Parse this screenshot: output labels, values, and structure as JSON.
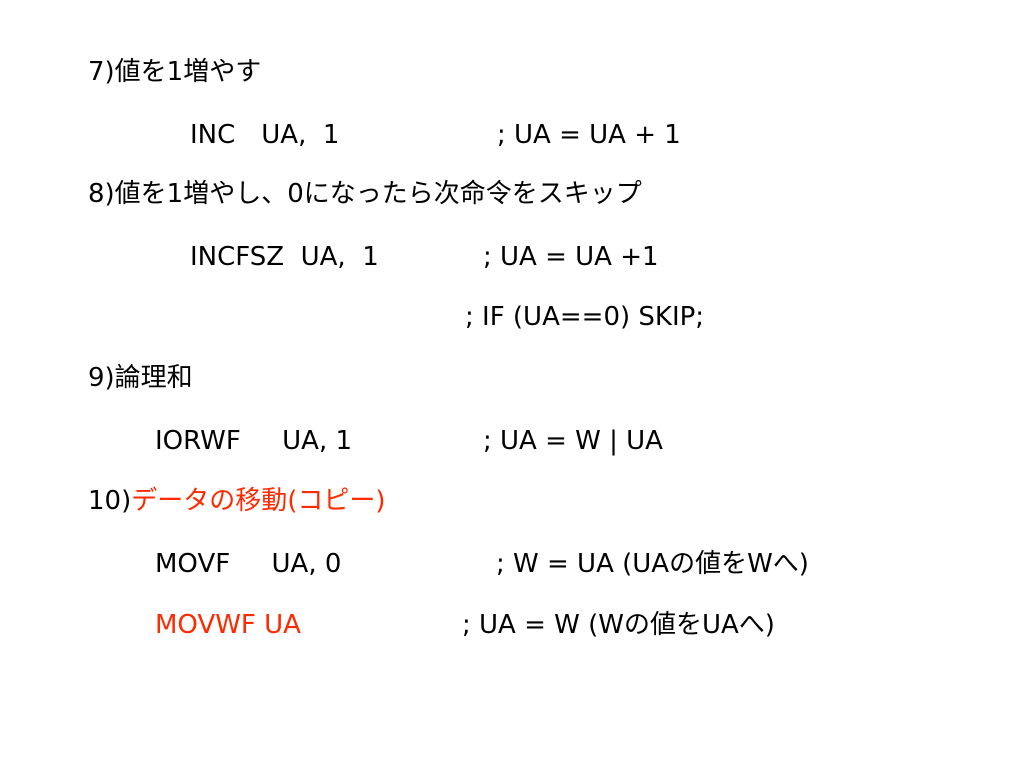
{
  "sections": {
    "s7": {
      "heading": "7)値を1増やす",
      "code": "INC　UA,  1",
      "comment": "; UA = UA + 1"
    },
    "s8": {
      "heading": "8)値を1増やし、0になったら次命令をスキップ",
      "code": "INCFSZ  UA,  1",
      "comment1": "; UA = UA +1",
      "comment2": "; IF (UA==0) SKIP;"
    },
    "s9": {
      "heading": "9)論理和",
      "code": "IORWF     UA, 1",
      "comment": "; UA = W | UA"
    },
    "s10": {
      "heading_num": "10)",
      "heading_text": "データの移動(コピー)",
      "code1": "MOVF     UA, 0",
      "comment1": "; W = UA (UAの値をWへ)",
      "code2": "MOVWF UA",
      "comment2": "; UA = W (Wの値をUAへ)"
    }
  },
  "colors": {
    "text": "#000000",
    "accent": "#ff2a00",
    "background": "#ffffff"
  }
}
